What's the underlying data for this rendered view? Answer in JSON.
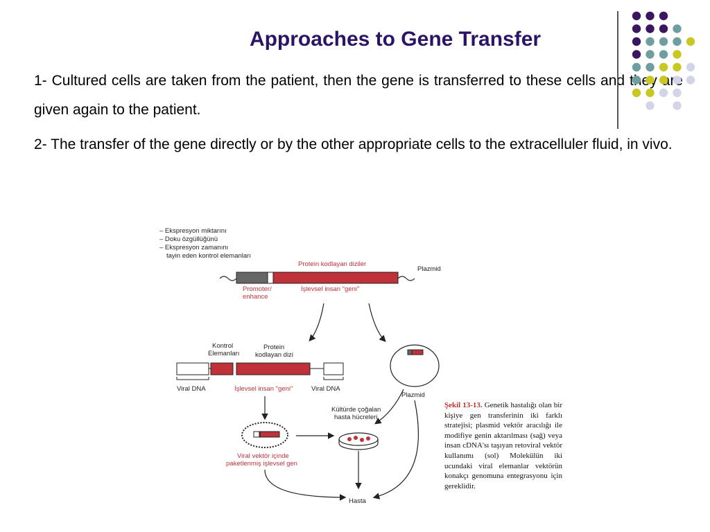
{
  "slide": {
    "title": "Approaches to Gene Transfer",
    "points": [
      "1- Cultured cells are taken from the patient, then the gene is transferred to these cells and they are given again to the patient.",
      "2- The transfer of the gene directly or by the other appropriate cells to the extracelluler fluid, in vivo."
    ]
  },
  "theme": {
    "title_color": "#2b1466",
    "dot_colors": [
      "#3b1560",
      "#6f9ea0",
      "#c9c723",
      "#d4d4e8"
    ]
  },
  "figure": {
    "top_list": [
      "– Ekspresyon miktarını",
      "– Doku özgüllüğünü",
      "– Ekspresyon zamanını",
      "tayin eden kontrol elemanları"
    ],
    "protein_coding": "Protein kodlayan diziler",
    "plasmid_label": "Plazmid",
    "promoter_1": "Promoter/",
    "promoter_2": "enhance",
    "functional_gene": "İşlevsel insan \"geni\"",
    "control_1": "Kontrol",
    "control_2": "Elemanları",
    "protein_1": "Protein",
    "protein_2": "kodlayan dizi",
    "viral_dna": "Viral DNA",
    "plasmid_right": "Plazmid",
    "culture_1": "Kültürde çoğalan",
    "culture_2": "hasta hücreleri",
    "viral_vector_1": "Viral vektör içinde",
    "viral_vector_2": "paketlenmiş işlevsel gen",
    "patient": "Hasta"
  },
  "caption": {
    "label": "Şekil 13-13.",
    "text": "Genetik hastalığı olan bir kişiye gen transferinin iki farklı stratejisi; plasmid vektör aracılığı ile modifiye genin aktarılması (sağ) veya insan cDNA'sı taşıyan retoviral vektör kullanımı (sol) Molekülün iki ucundaki viral elemanlar vektörün konakçı genomuna entegrasyonu için gereklidir."
  }
}
